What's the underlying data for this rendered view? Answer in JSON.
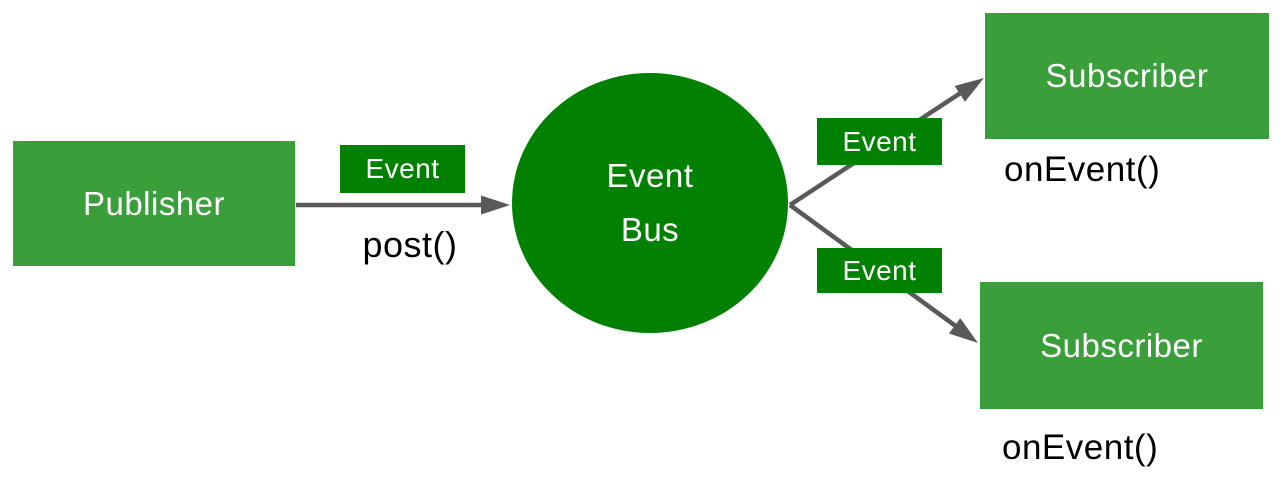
{
  "diagram": {
    "publisher": {
      "label": "Publisher",
      "method_label": "post()"
    },
    "event_bus": {
      "line1": "Event",
      "line2": "Bus"
    },
    "badges": {
      "publisher_event": "Event",
      "subscriber1_event": "Event",
      "subscriber2_event": "Event"
    },
    "subscribers": [
      {
        "label": "Subscriber",
        "method_label": "onEvent()"
      },
      {
        "label": "Subscriber",
        "method_label": "onEvent()"
      }
    ],
    "colors": {
      "node_green": "#3a9e3b",
      "bus_green": "#018001",
      "arrow_gray": "#595959",
      "label_white": "#ffffff",
      "method_black": "#000000",
      "background": "#ffffff"
    }
  }
}
